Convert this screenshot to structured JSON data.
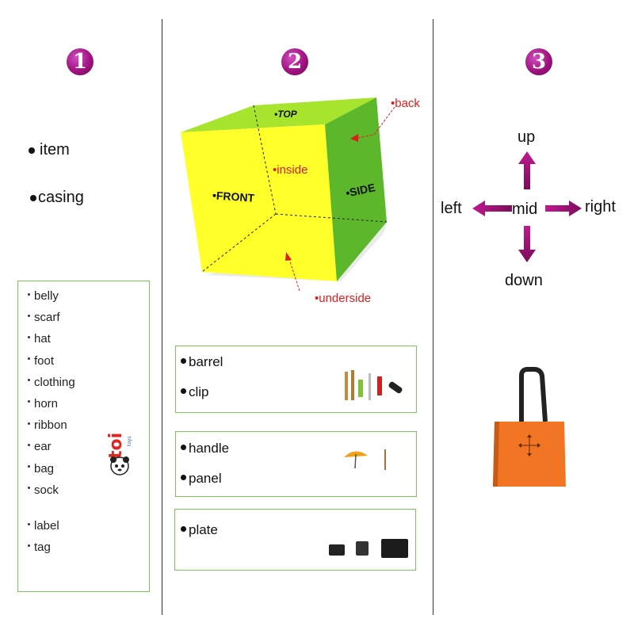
{
  "columns": [
    {
      "number": "1"
    },
    {
      "number": "2"
    },
    {
      "number": "3"
    }
  ],
  "col1": {
    "terms": [
      "item",
      "casing"
    ],
    "list": [
      "belly",
      "scarf",
      "hat",
      "foot",
      "clothing",
      "horn",
      "ribbon",
      "ear",
      "bag",
      "sock"
    ],
    "list2": [
      "label",
      "tag"
    ],
    "logo_text": "toi"
  },
  "cube": {
    "top": "•TOP",
    "front": "•FRONT",
    "side": "•SIDE",
    "inside": "•inside",
    "back": "•back",
    "underside": "•underside",
    "colors": {
      "front": "#ffff2a",
      "top": "#a6e42e",
      "side": "#5cb82a"
    }
  },
  "boxes": {
    "pens": {
      "items": [
        "barrel",
        "clip"
      ]
    },
    "umbrella": {
      "items": [
        "handle",
        "panel"
      ]
    },
    "plate": {
      "items": [
        "plate"
      ]
    }
  },
  "directions": {
    "up": "up",
    "down": "down",
    "left": "left",
    "right": "right",
    "mid": "mid",
    "arrow_color": "#c2188f"
  },
  "bag_color": "#f27524"
}
